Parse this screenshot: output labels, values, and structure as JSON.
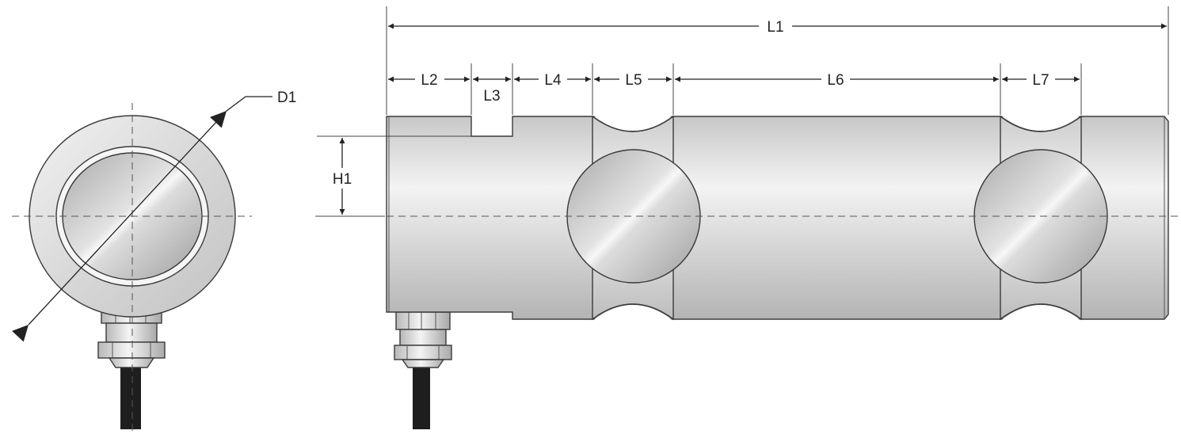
{
  "labels": {
    "d1": "D1",
    "h1": "H1",
    "l1": "L1",
    "l2": "L2",
    "l3": "L3",
    "l4": "L4",
    "l5": "L5",
    "l6": "L6",
    "l7": "L7"
  },
  "colors": {
    "line": "#222222",
    "body_light": "#f4f4f4",
    "body_mid": "#d2d2d2",
    "body_dark": "#a8a8a8",
    "cable": "#1e1e1e"
  }
}
